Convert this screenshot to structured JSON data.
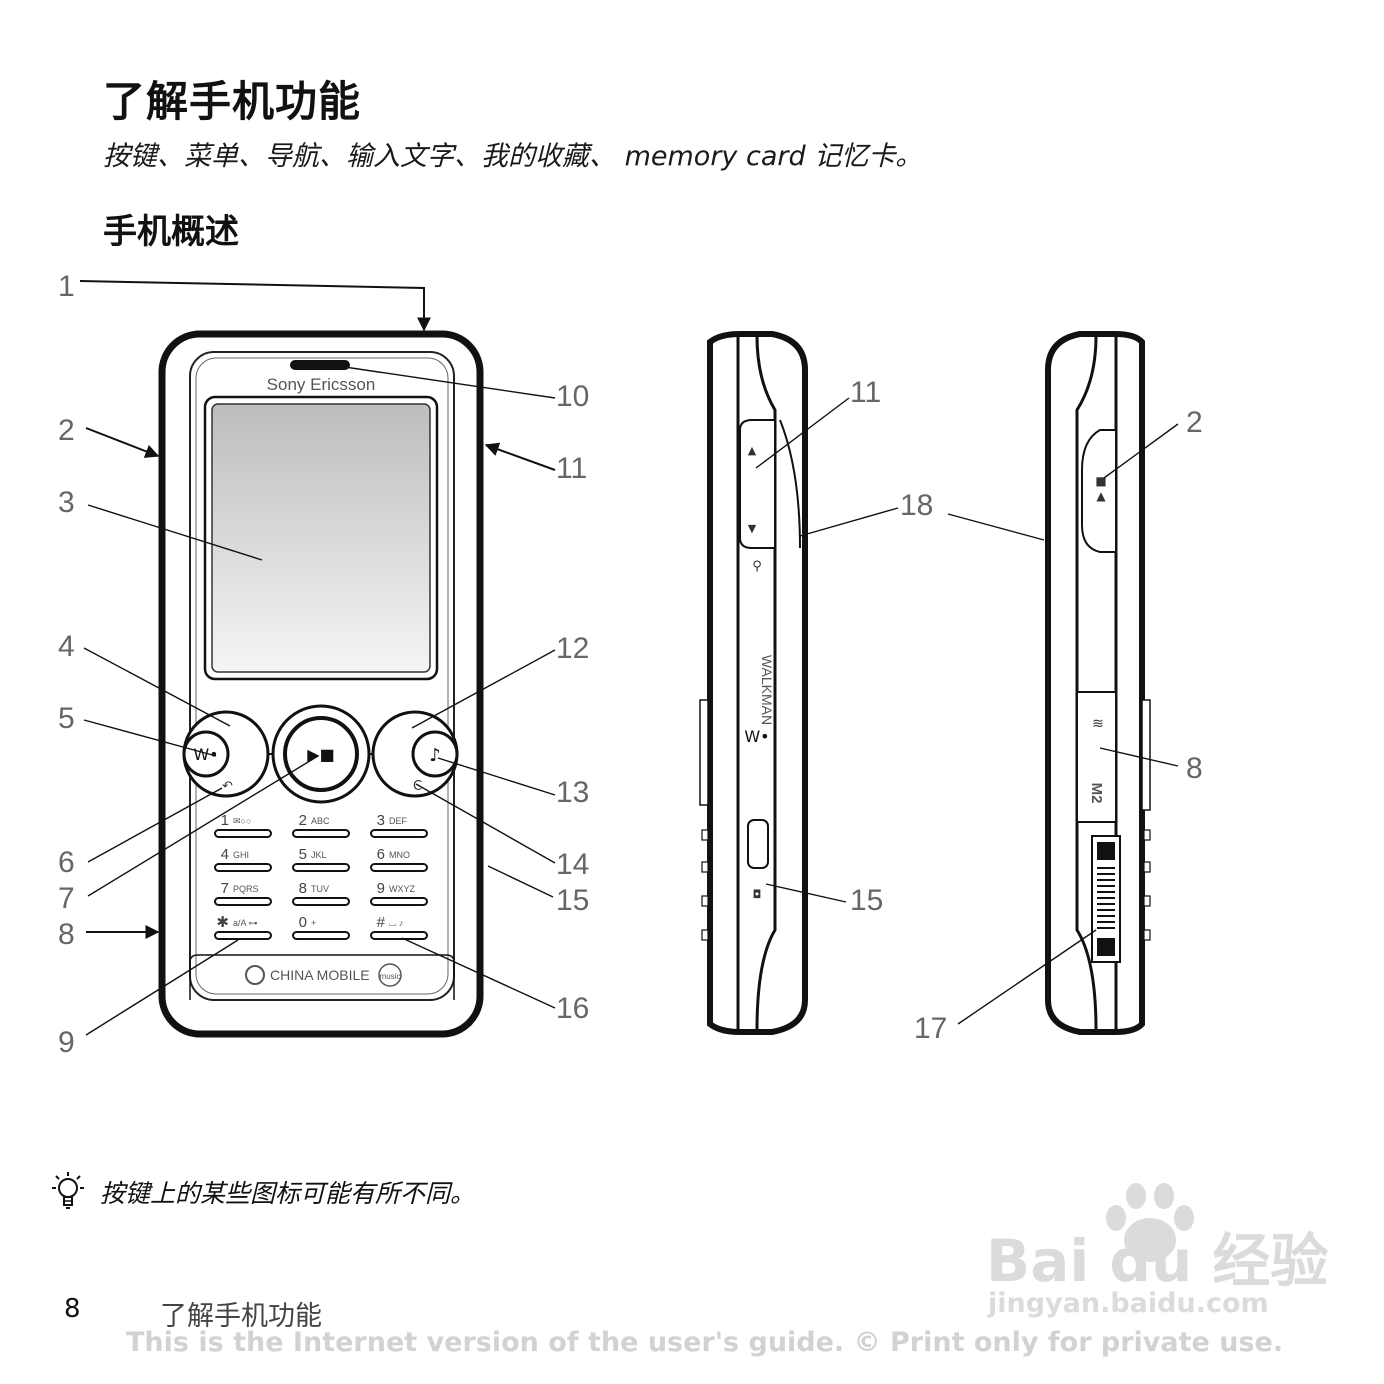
{
  "title": "了解手机功能",
  "subtitle": "按键、菜单、导航、输入文字、我的收藏、 memory card 记忆卡。",
  "section_heading": "手机概述",
  "callouts": [
    "1",
    "2",
    "3",
    "4",
    "5",
    "6",
    "7",
    "8",
    "9",
    "10",
    "11",
    "11",
    "12",
    "13",
    "14",
    "15",
    "15",
    "16",
    "17",
    "18",
    "2",
    "8"
  ],
  "phone": {
    "brand": "Sony Ericsson",
    "carrier": "CHINA MOBILE",
    "music_badge": "music",
    "side_text": "WALKMAN",
    "side_m2": "M2",
    "keys": [
      {
        "num": "1",
        "letters": "✉○○"
      },
      {
        "num": "2",
        "letters": "ABC"
      },
      {
        "num": "3",
        "letters": "DEF"
      },
      {
        "num": "4",
        "letters": "GHI"
      },
      {
        "num": "5",
        "letters": "JKL"
      },
      {
        "num": "6",
        "letters": "MNO"
      },
      {
        "num": "7",
        "letters": "PQRS"
      },
      {
        "num": "8",
        "letters": "TUV"
      },
      {
        "num": "9",
        "letters": "WXYZ"
      },
      {
        "num": "✱",
        "letters": "a/A ⊶"
      },
      {
        "num": "0",
        "letters": "+"
      },
      {
        "num": "#",
        "letters": "⌴ ♪"
      }
    ]
  },
  "note": "按键上的某些图标可能有所不同。",
  "note_icon": "lightbulb-icon",
  "page_number": "8",
  "footer_title": "了解手机功能",
  "disclaimer": "This is the Internet version of the user's guide. © Print only for private use.",
  "watermark": {
    "brand": "Bai du 经验",
    "url": "jingyan.baidu.com"
  }
}
